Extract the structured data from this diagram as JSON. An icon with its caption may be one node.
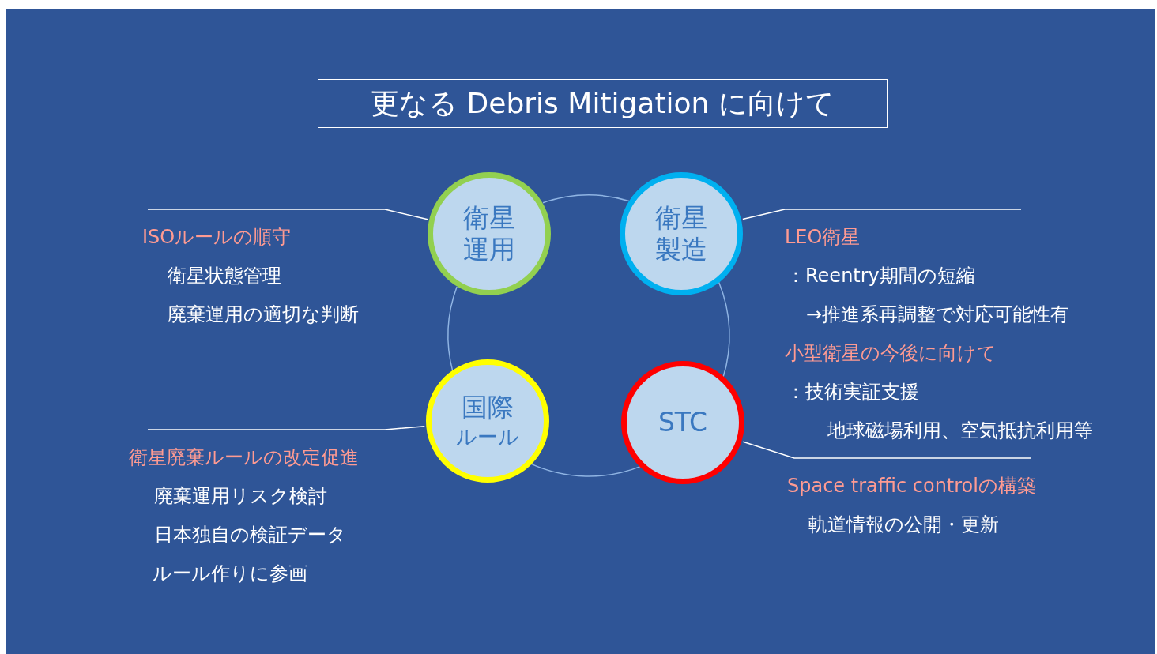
{
  "diagram": {
    "title": "更なる Debris Mitigation に向けて",
    "nodes": [
      {
        "text": [
          "ISOルールの順守",
          "衛星状態管理",
          "廃棄運用の適切な判断"
        ]
      },
      {
        "text": [
          "衛星運用"
        ]
      },
      {
        "text": [
          "衛星製造"
        ]
      },
      {
        "text": [
          "LEO衛星",
          "：Reentry期間の短縮",
          "→推進系再調整で対応可能性有",
          "小型衛星の今後に向けて",
          "：技術実証支援",
          "地球磁場利用、空気抵抗利用等"
        ]
      },
      {
        "text": [
          "国際",
          "ルール"
        ]
      },
      {
        "text": [
          "STC"
        ]
      },
      {
        "text": [
          "衛星廃棄ルールの改定促進",
          "廃棄運用リスク検討",
          "日本独自の検証データ",
          "ルール作りに参画"
        ]
      },
      {
        "text": [
          "Space traffic controlの構築",
          "軌道情報の公開・更新"
        ]
      }
    ],
    "edges": [
      {
        "from": 0,
        "to": 1,
        "arrow": "none"
      },
      {
        "from": 1,
        "to": 2,
        "arrow": "none",
        "color": "#8fb4e3"
      },
      {
        "from": 2,
        "to": 5,
        "arrow": "none",
        "color": "#8fb4e3"
      },
      {
        "from": 5,
        "to": 4,
        "arrow": "none",
        "color": "#8fb4e3"
      },
      {
        "from": 4,
        "to": 1,
        "arrow": "none",
        "color": "#8fb4e3"
      },
      {
        "from": 3,
        "to": 2,
        "arrow": "none"
      },
      {
        "from": 6,
        "to": 4,
        "arrow": "none"
      },
      {
        "from": 7,
        "to": 5,
        "arrow": "none"
      }
    ]
  }
}
